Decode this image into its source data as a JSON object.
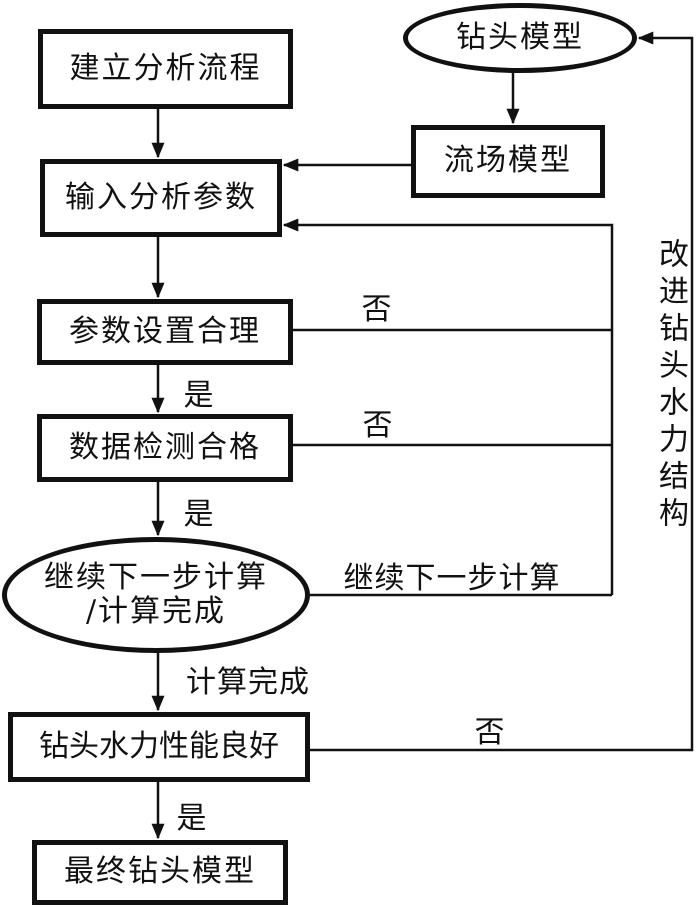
{
  "nodes": {
    "establish": "建立分析流程",
    "drill_model": "钻头模型",
    "flow_model": "流场模型",
    "input_params": "输入分析参数",
    "params_reasonable": "参数设置合理",
    "data_qualified": "数据检测合格",
    "continue_line1": "继续下一步计算",
    "continue_line2": "/计算完成",
    "hydraulic_good": "钻头水力性能良好",
    "final_model": "最终钻头模型"
  },
  "edge_labels": {
    "params_no": "否",
    "params_yes": "是",
    "data_no": "否",
    "data_yes": "是",
    "continue_branch": "继续下一步计算",
    "calc_complete": "计算完成",
    "hydraulic_no": "否",
    "hydraulic_yes": "是",
    "improve_loop": "改进钻头水力结构"
  },
  "colors": {
    "line": "#111111",
    "background": "#ffffff"
  }
}
